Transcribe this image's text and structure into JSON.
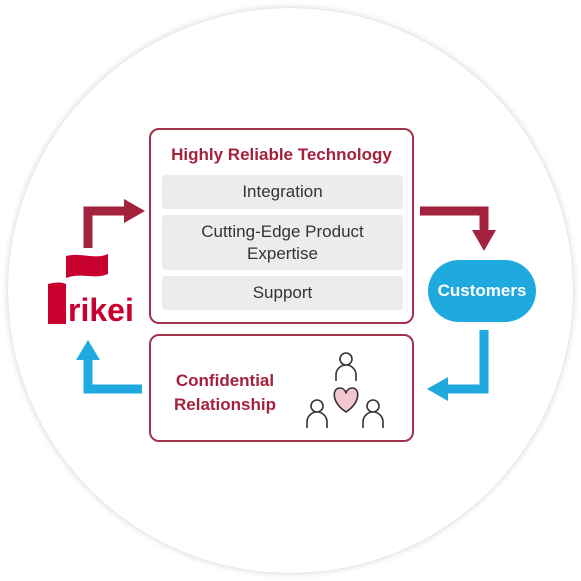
{
  "technology": {
    "title": "Highly Reliable Technology",
    "items": [
      {
        "line1": "Integration",
        "line2": ""
      },
      {
        "line1": "Cutting-Edge Product",
        "line2": "Expertise"
      },
      {
        "line1": "Support",
        "line2": ""
      }
    ]
  },
  "customers": {
    "label": "Customers"
  },
  "relationship": {
    "line1": "Confidential",
    "line2": "Relationship",
    "icon": "people-heart-icon"
  },
  "logo": {
    "text": "rikei"
  },
  "colors": {
    "crimson": "#a3223d",
    "blue": "#1eaadf",
    "item_bg": "#ececec"
  }
}
